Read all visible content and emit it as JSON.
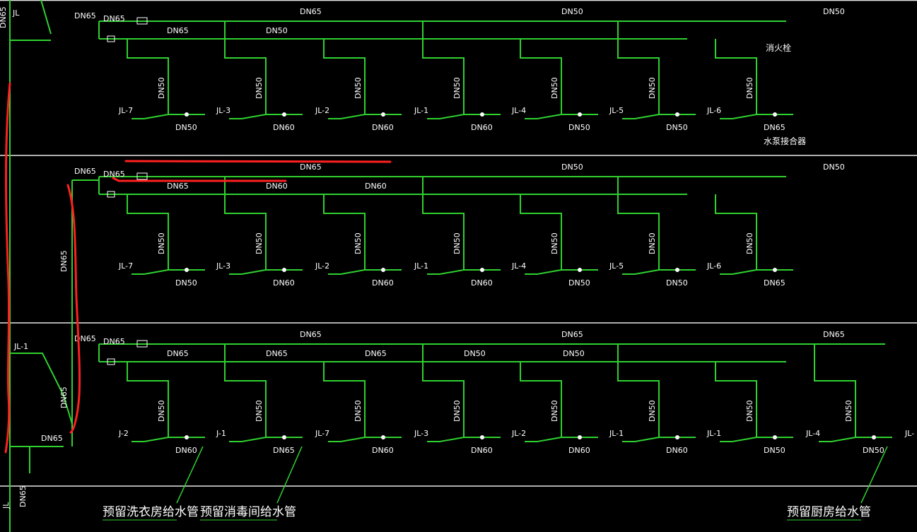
{
  "colors": {
    "background": "#000000",
    "pipe": "#2fd12f",
    "floor_line": "#e8e8e8",
    "markup": "#ff2020",
    "text": "#ffffff"
  },
  "top_edge": {
    "dn65": "DN65",
    "jl": "JL"
  },
  "rows": [
    {
      "left_labels": [
        "DN65",
        "DN65"
      ],
      "main_labels": [
        "DN65",
        "DN50",
        "DN50"
      ],
      "branch_labels": [
        "DN65",
        "DN50"
      ],
      "riser_labels": [
        "DN50",
        "DN50",
        "DN50",
        "DN50",
        "DN50",
        "DN50",
        "DN50"
      ],
      "stack_tags": [
        "JL-7",
        "JL-3",
        "JL-2",
        "JL-1",
        "JL-4",
        "JL-5",
        "JL-6"
      ],
      "outlet_labels": [
        "DN50",
        "DN60",
        "DN60",
        "DN60",
        "DN50",
        "DN50",
        "DN65"
      ],
      "right_notes": [
        "消火栓",
        "水泵接合器"
      ]
    },
    {
      "left_labels": [
        "DN65",
        "DN65"
      ],
      "main_labels": [
        "DN65",
        "DN50",
        "DN50"
      ],
      "branch_labels": [
        "DN65",
        "DN60",
        "DN60"
      ],
      "riser_labels": [
        "DN50",
        "DN50",
        "DN50",
        "DN50",
        "DN50",
        "DN50",
        "DN50"
      ],
      "stack_tags": [
        "JL-7",
        "JL-3",
        "JL-2",
        "JL-1",
        "JL-4",
        "JL-5",
        "JL-6"
      ],
      "outlet_labels": [
        "DN50",
        "DN60",
        "DN60",
        "DN60",
        "DN50",
        "DN50",
        "DN65"
      ],
      "vertical_label": "DN65"
    },
    {
      "left_labels": [
        "DN65",
        "DN65"
      ],
      "main_labels": [
        "DN65",
        "DN65",
        "DN65"
      ],
      "branch_labels": [
        "DN65",
        "DN65",
        "DN65",
        "DN50",
        "DN50"
      ],
      "riser_labels": [
        "DN50",
        "DN50",
        "DN50",
        "DN50",
        "DN50",
        "DN50",
        "DN50",
        "DN50"
      ],
      "stack_tags": [
        "J-2",
        "J-1",
        "JL-7",
        "JL-3",
        "JL-2",
        "JL-1",
        "JL-1",
        "JL-4",
        "JL-"
      ],
      "outlet_labels": [
        "DN60",
        "DN65",
        "DN60",
        "DN60",
        "DN60",
        "DN60",
        "DN50",
        "DN50"
      ],
      "vertical_label": "DN65",
      "stack_label": "JL-1"
    }
  ],
  "bottom": {
    "left_valve_label": "DN65",
    "left_vertical": "DN65",
    "left_tag": "JL"
  },
  "notes": [
    "预留洗衣房给水管",
    "预留消毒间给水管",
    "预留厨房给水管"
  ]
}
